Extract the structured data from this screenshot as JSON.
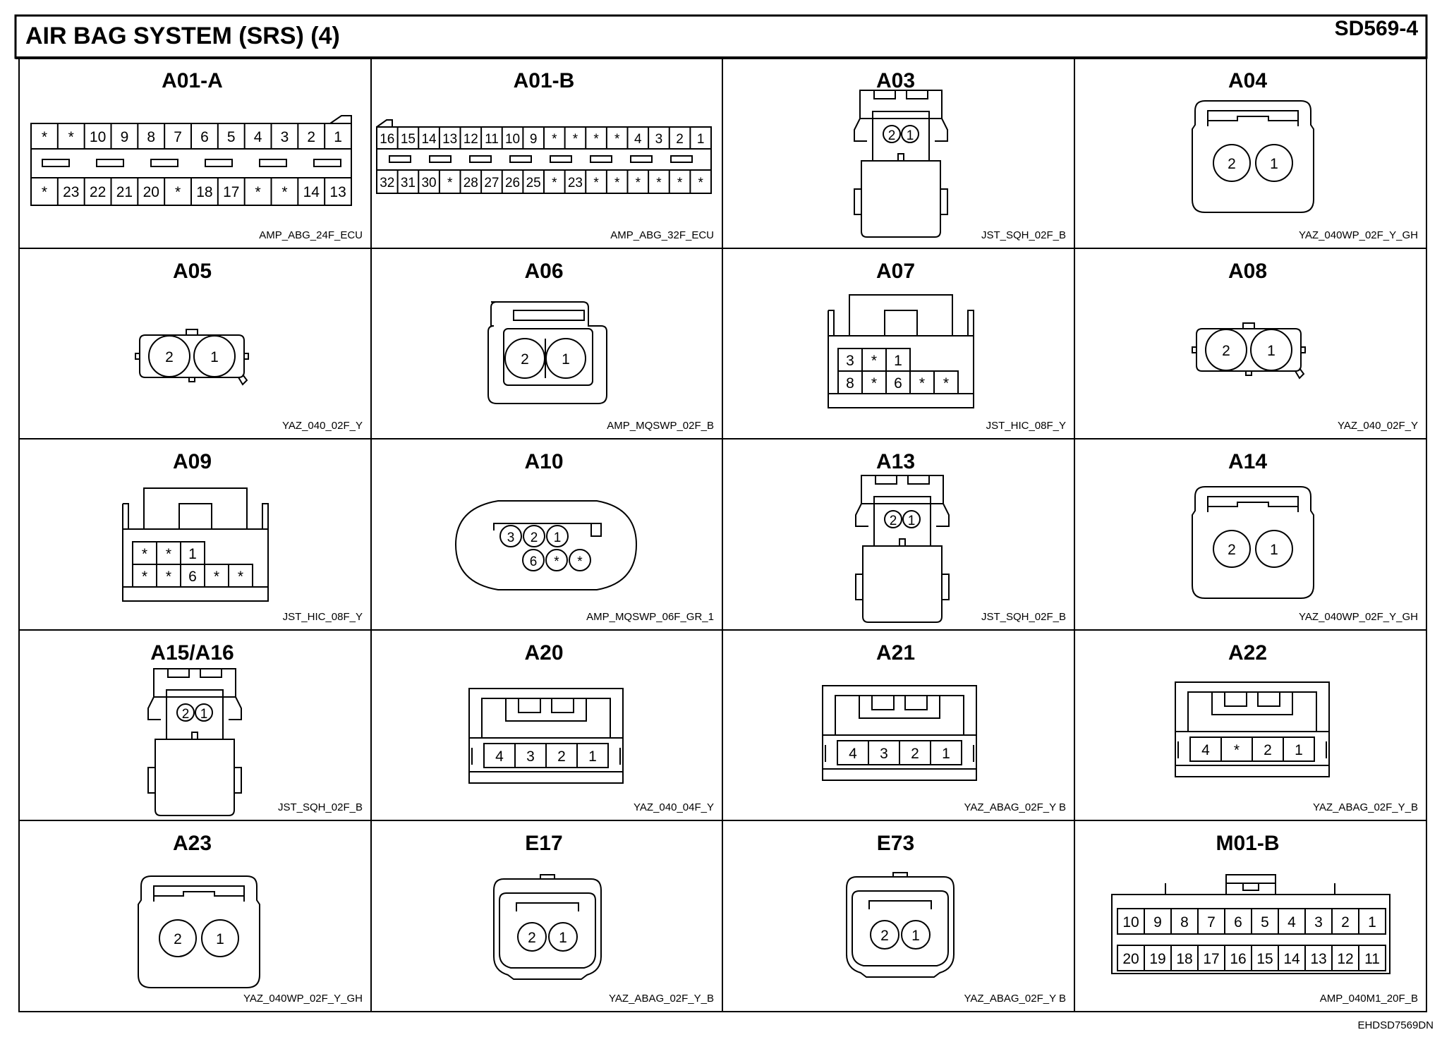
{
  "header": {
    "title": "AIR BAG SYSTEM (SRS) (4)",
    "page_code": "SD569-4"
  },
  "connectors": [
    {
      "id": "A01-A",
      "name": "AMP_ABG_24F_ECU",
      "row1": [
        "*",
        "*",
        "10",
        "9",
        "8",
        "7",
        "6",
        "5",
        "4",
        "3",
        "2",
        "1"
      ],
      "row2": [
        "*",
        "23",
        "22",
        "21",
        "20",
        "*",
        "18",
        "17",
        "*",
        "*",
        "14",
        "13"
      ]
    },
    {
      "id": "A01-B",
      "name": "AMP_ABG_32F_ECU",
      "row1": [
        "16",
        "15",
        "14",
        "13",
        "12",
        "11",
        "10",
        "9",
        "*",
        "*",
        "*",
        "*",
        "4",
        "3",
        "2",
        "1"
      ],
      "row2": [
        "32",
        "31",
        "30",
        "*",
        "28",
        "27",
        "26",
        "25",
        "*",
        "23",
        "*",
        "*",
        "*",
        "*",
        "*",
        "*"
      ]
    },
    {
      "id": "A03",
      "name": "JST_SQH_02F_B",
      "pins": [
        "2",
        "1"
      ]
    },
    {
      "id": "A04",
      "name": "YAZ_040WP_02F_Y_GH",
      "pins": [
        "2",
        "1"
      ]
    },
    {
      "id": "A05",
      "name": "YAZ_040_02F_Y",
      "pins": [
        "2",
        "1"
      ]
    },
    {
      "id": "A06",
      "name": "AMP_MQSWP_02F_B",
      "pins": [
        "2",
        "1"
      ]
    },
    {
      "id": "A07",
      "name": "JST_HIC_08F_Y",
      "row1": [
        "3",
        "*",
        "1"
      ],
      "row2": [
        "8",
        "*",
        "6",
        "*",
        "*"
      ]
    },
    {
      "id": "A08",
      "name": "YAZ_040_02F_Y",
      "pins": [
        "2",
        "1"
      ]
    },
    {
      "id": "A09",
      "name": "JST_HIC_08F_Y",
      "row1": [
        "*",
        "*",
        "1"
      ],
      "row2": [
        "*",
        "*",
        "6",
        "*",
        "*"
      ]
    },
    {
      "id": "A10",
      "name": "AMP_MQSWP_06F_GR_1",
      "row1": [
        "3",
        "2",
        "1"
      ],
      "row2": [
        "6",
        "*",
        "*"
      ]
    },
    {
      "id": "A13",
      "name": "JST_SQH_02F_B",
      "pins": [
        "2",
        "1"
      ]
    },
    {
      "id": "A14",
      "name": "YAZ_040WP_02F_Y_GH",
      "pins": [
        "2",
        "1"
      ]
    },
    {
      "id": "A15/A16",
      "name": "JST_SQH_02F_B",
      "pins": [
        "2",
        "1"
      ]
    },
    {
      "id": "A20",
      "name": "YAZ_040_04F_Y",
      "pins": [
        "4",
        "3",
        "2",
        "1"
      ]
    },
    {
      "id": "A21",
      "name": "YAZ_ABAG_02F_Y B",
      "pins": [
        "4",
        "3",
        "2",
        "1"
      ]
    },
    {
      "id": "A22",
      "name": "YAZ_ABAG_02F_Y_B",
      "pins": [
        "4",
        "*",
        "2",
        "1"
      ]
    },
    {
      "id": "A23",
      "name": "YAZ_040WP_02F_Y_GH",
      "pins": [
        "2",
        "1"
      ]
    },
    {
      "id": "E17",
      "name": "YAZ_ABAG_02F_Y_B",
      "pins": [
        "2",
        "1"
      ]
    },
    {
      "id": "E73",
      "name": "YAZ_ABAG_02F_Y B",
      "pins": [
        "2",
        "1"
      ]
    },
    {
      "id": "M01-B",
      "name": "AMP_040M1_20F_B",
      "row1": [
        "10",
        "9",
        "8",
        "7",
        "6",
        "5",
        "4",
        "3",
        "2",
        "1"
      ],
      "row2": [
        "20",
        "19",
        "18",
        "17",
        "16",
        "15",
        "14",
        "13",
        "12",
        "11"
      ]
    }
  ],
  "footer": {
    "doc_code": "EHDSD7569DN"
  },
  "colors": {
    "ink": "#000000",
    "paper": "#ffffff"
  }
}
